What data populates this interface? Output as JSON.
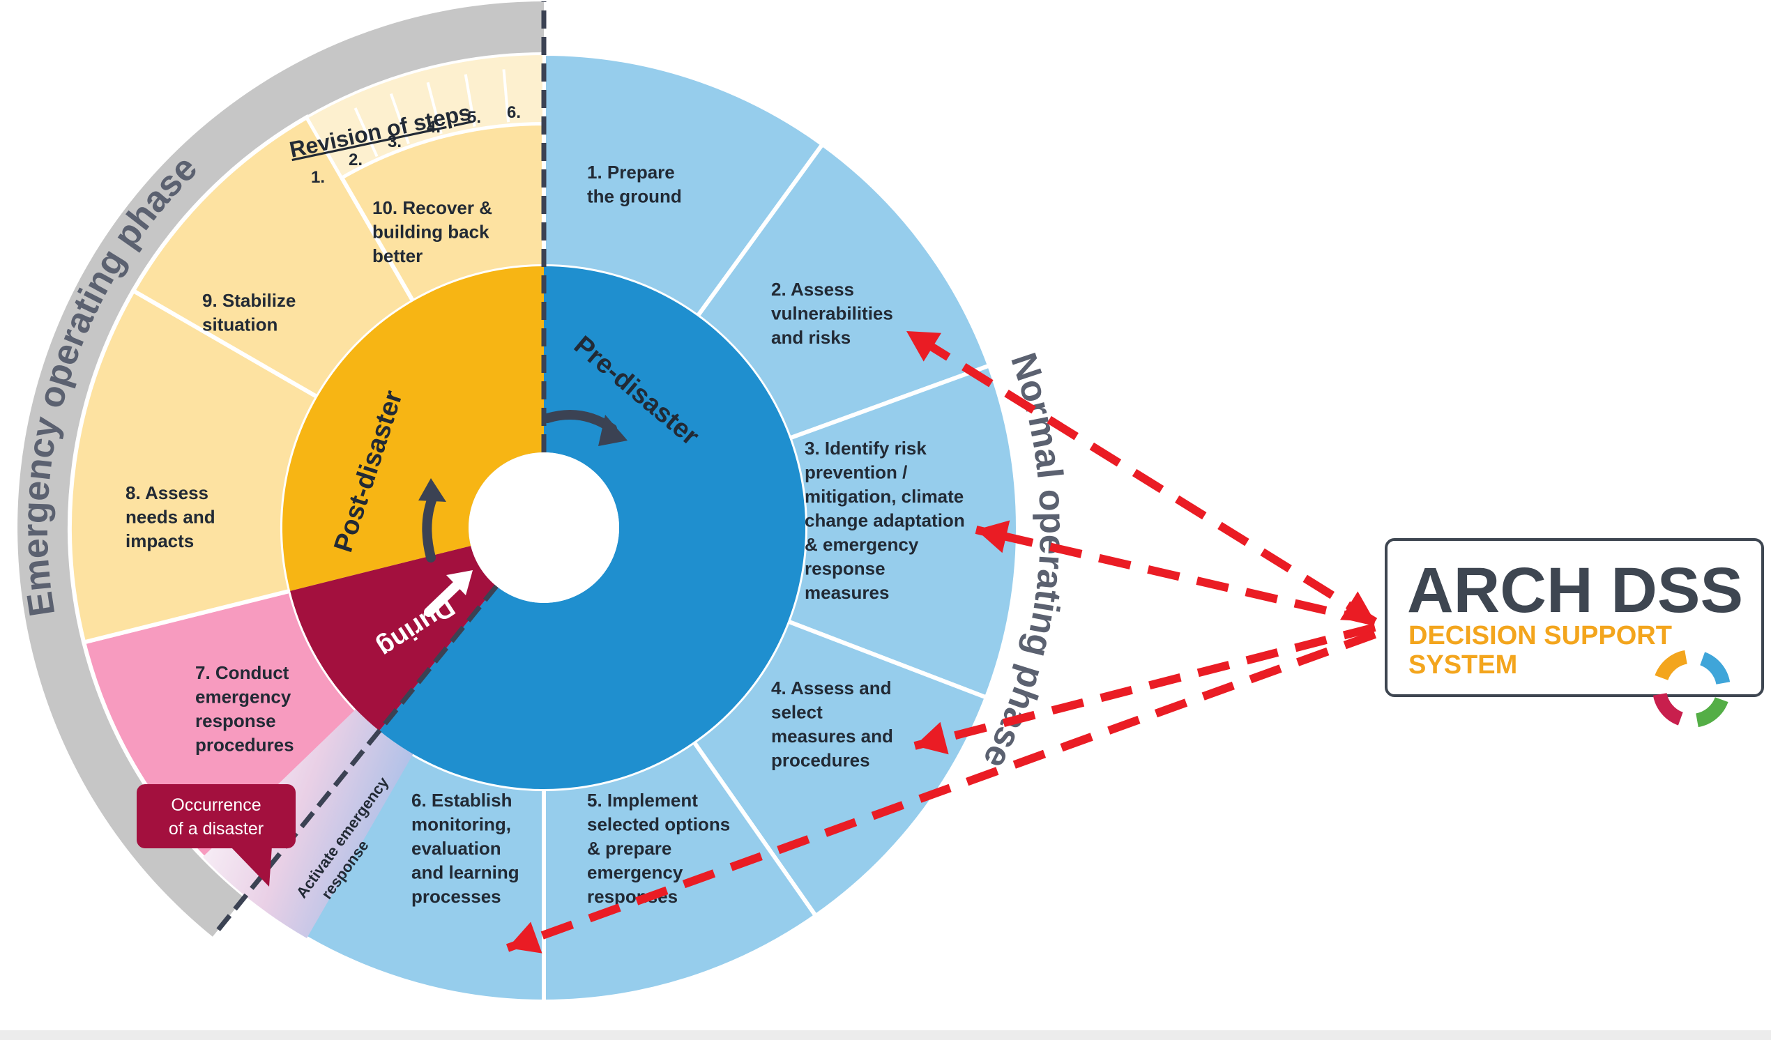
{
  "colors": {
    "emergency_ring": "#c6c6c6",
    "normal_ring": "#ececec",
    "blue_light": "#96cdec",
    "blue_dark": "#1f8fcf",
    "yellow_light": "#fde2a1",
    "yellow_dark": "#f7b514",
    "revision_bg": "#fdf0cf",
    "pink": "#f79bbf",
    "maroon": "#a3103e",
    "arrow_red": "#ea1c24",
    "text_dark": "#222a35",
    "logo_orange": "#f3a51d",
    "logo_blue": "#3fa5d9",
    "logo_green": "#54ae46",
    "logo_red": "#c81f4d"
  },
  "rings": {
    "emergency": "Emergency operating phase",
    "normal": "Normal operating phase"
  },
  "phases": {
    "pre": "Pre-disaster",
    "post": "Post-disaster",
    "during": "During"
  },
  "steps": [
    {
      "id": 1,
      "lines": [
        "1. Prepare",
        "the ground"
      ]
    },
    {
      "id": 2,
      "lines": [
        "2. Assess",
        "vulnerabilities",
        "and risks"
      ]
    },
    {
      "id": 3,
      "lines": [
        "3. Identify risk",
        "prevention /",
        "mitigation, climate",
        "change adaptation",
        "& emergency",
        "response",
        "measures"
      ]
    },
    {
      "id": 4,
      "lines": [
        "4. Assess and",
        "select",
        "measures and",
        "procedures"
      ]
    },
    {
      "id": 5,
      "lines": [
        "5. Implement",
        "selected options",
        "& prepare",
        "emergency",
        "responses"
      ]
    },
    {
      "id": 6,
      "lines": [
        "6. Establish",
        "monitoring,",
        "evaluation",
        "and learning",
        "processes"
      ]
    },
    {
      "id": 7,
      "lines": [
        "7. Conduct",
        "emergency",
        "response",
        "procedures"
      ]
    },
    {
      "id": 8,
      "lines": [
        "8. Assess",
        "needs and",
        "impacts"
      ]
    },
    {
      "id": 9,
      "lines": [
        "9. Stabilize",
        "situation"
      ]
    },
    {
      "id": 10,
      "lines": [
        "10. Recover &",
        "building back",
        "better"
      ]
    }
  ],
  "revision": {
    "title": "Revision of steps",
    "numbers": [
      "1.",
      "2.",
      "3.",
      "4.",
      "5.",
      "6."
    ]
  },
  "callout": [
    "Occurrence",
    "of a disaster"
  ],
  "activate": [
    "Activate emergency",
    "response"
  ],
  "logo": {
    "title": "ARCH DSS",
    "subtitle_lines": [
      "DECISION SUPPORT",
      "SYSTEM"
    ]
  },
  "links": [
    "step-2",
    "step-3",
    "step-4",
    "step-6"
  ]
}
